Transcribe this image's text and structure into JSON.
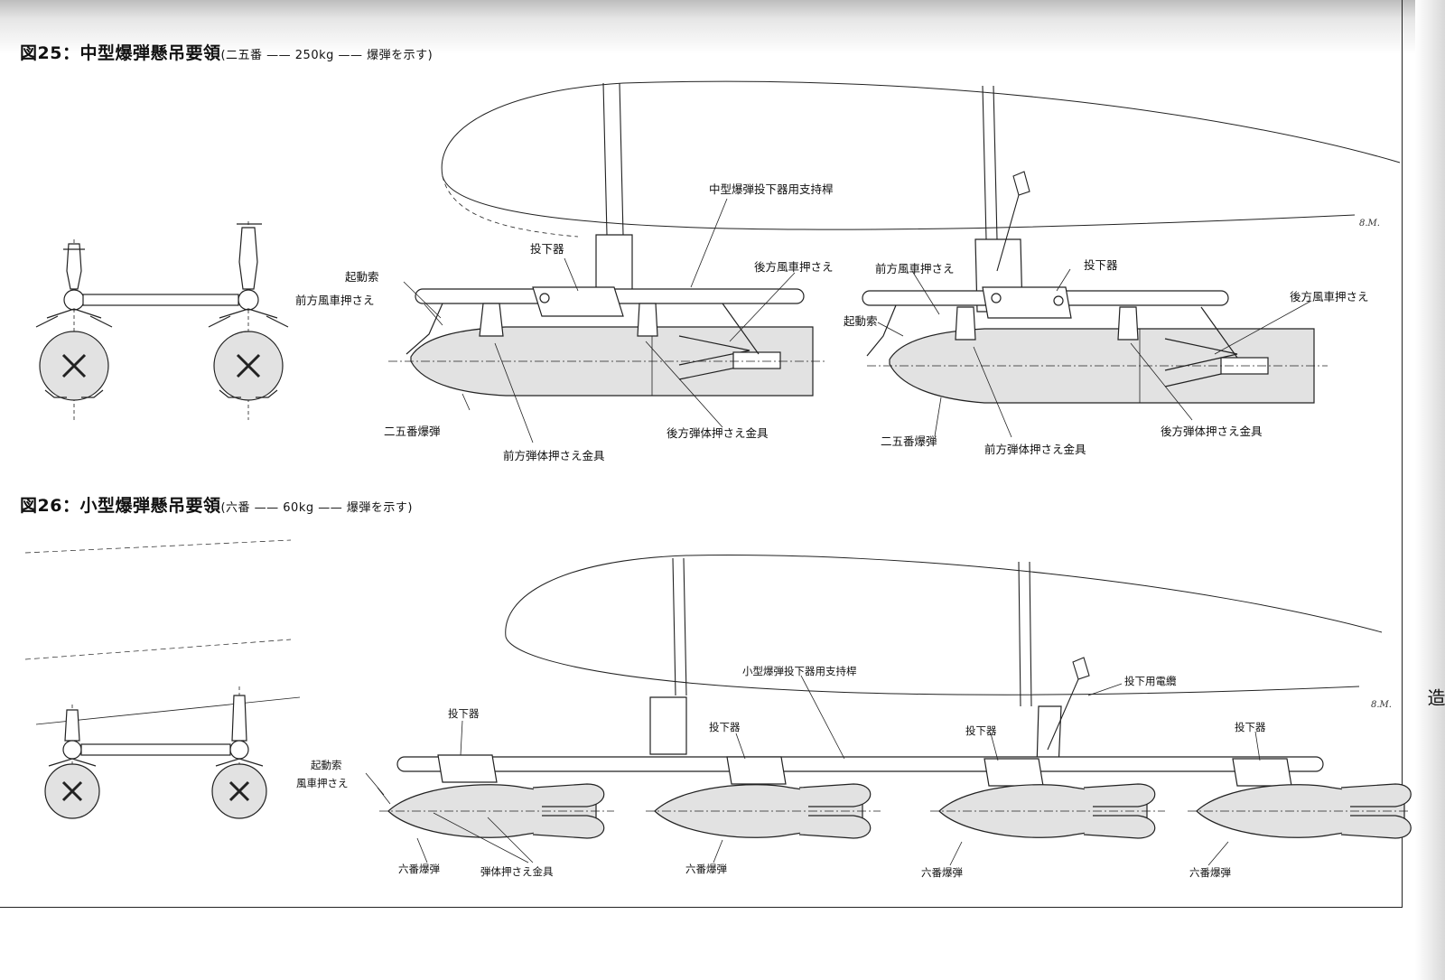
{
  "fig25": {
    "title": "図25：中型爆弾懸吊要領",
    "subtitle": "(二五番 —— 250kg —— 爆弾を示す)",
    "labels": {
      "support_rod": "中型爆弾投下器用支持桿",
      "release_l": "投下器",
      "release_r": "投下器",
      "starter_l": "起動索",
      "starter_r": "起動索",
      "front_windmill_l": "前方風車押さえ",
      "front_windmill_r": "前方風車押さえ",
      "rear_windmill_l": "後方風車押さえ",
      "rear_windmill_r": "後方風車押さえ",
      "bomb_l": "二五番爆弾",
      "bomb_r": "二五番爆弾",
      "front_clamp_l": "前方弾体押さえ金具",
      "front_clamp_r": "前方弾体押さえ金具",
      "rear_clamp_l": "後方弾体押さえ金具",
      "rear_clamp_r": "後方弾体押さえ金具"
    }
  },
  "fig26": {
    "title": "図26：小型爆弾懸吊要領",
    "subtitle": "(六番 —— 60kg —— 爆弾を示す)",
    "labels": {
      "support_rod": "小型爆弾投下器用支持桿",
      "release_motor": "投下用電纜",
      "release_1": "投下器",
      "release_2": "投下器",
      "release_3": "投下器",
      "release_4": "投下器",
      "starter": "起動索",
      "windmill": "風車押さえ",
      "bomb_1": "六番爆弾",
      "bomb_2": "六番爆弾",
      "bomb_3": "六番爆弾",
      "bomb_4": "六番爆弾",
      "clamp": "弾体押さえ金具"
    }
  },
  "signature": "8.M.",
  "side_text": "第二部 一式陸上攻撃機の機体構造",
  "colors": {
    "ink": "#222222",
    "bomb_fill": "#e2e2e2",
    "paper": "#ffffff"
  }
}
